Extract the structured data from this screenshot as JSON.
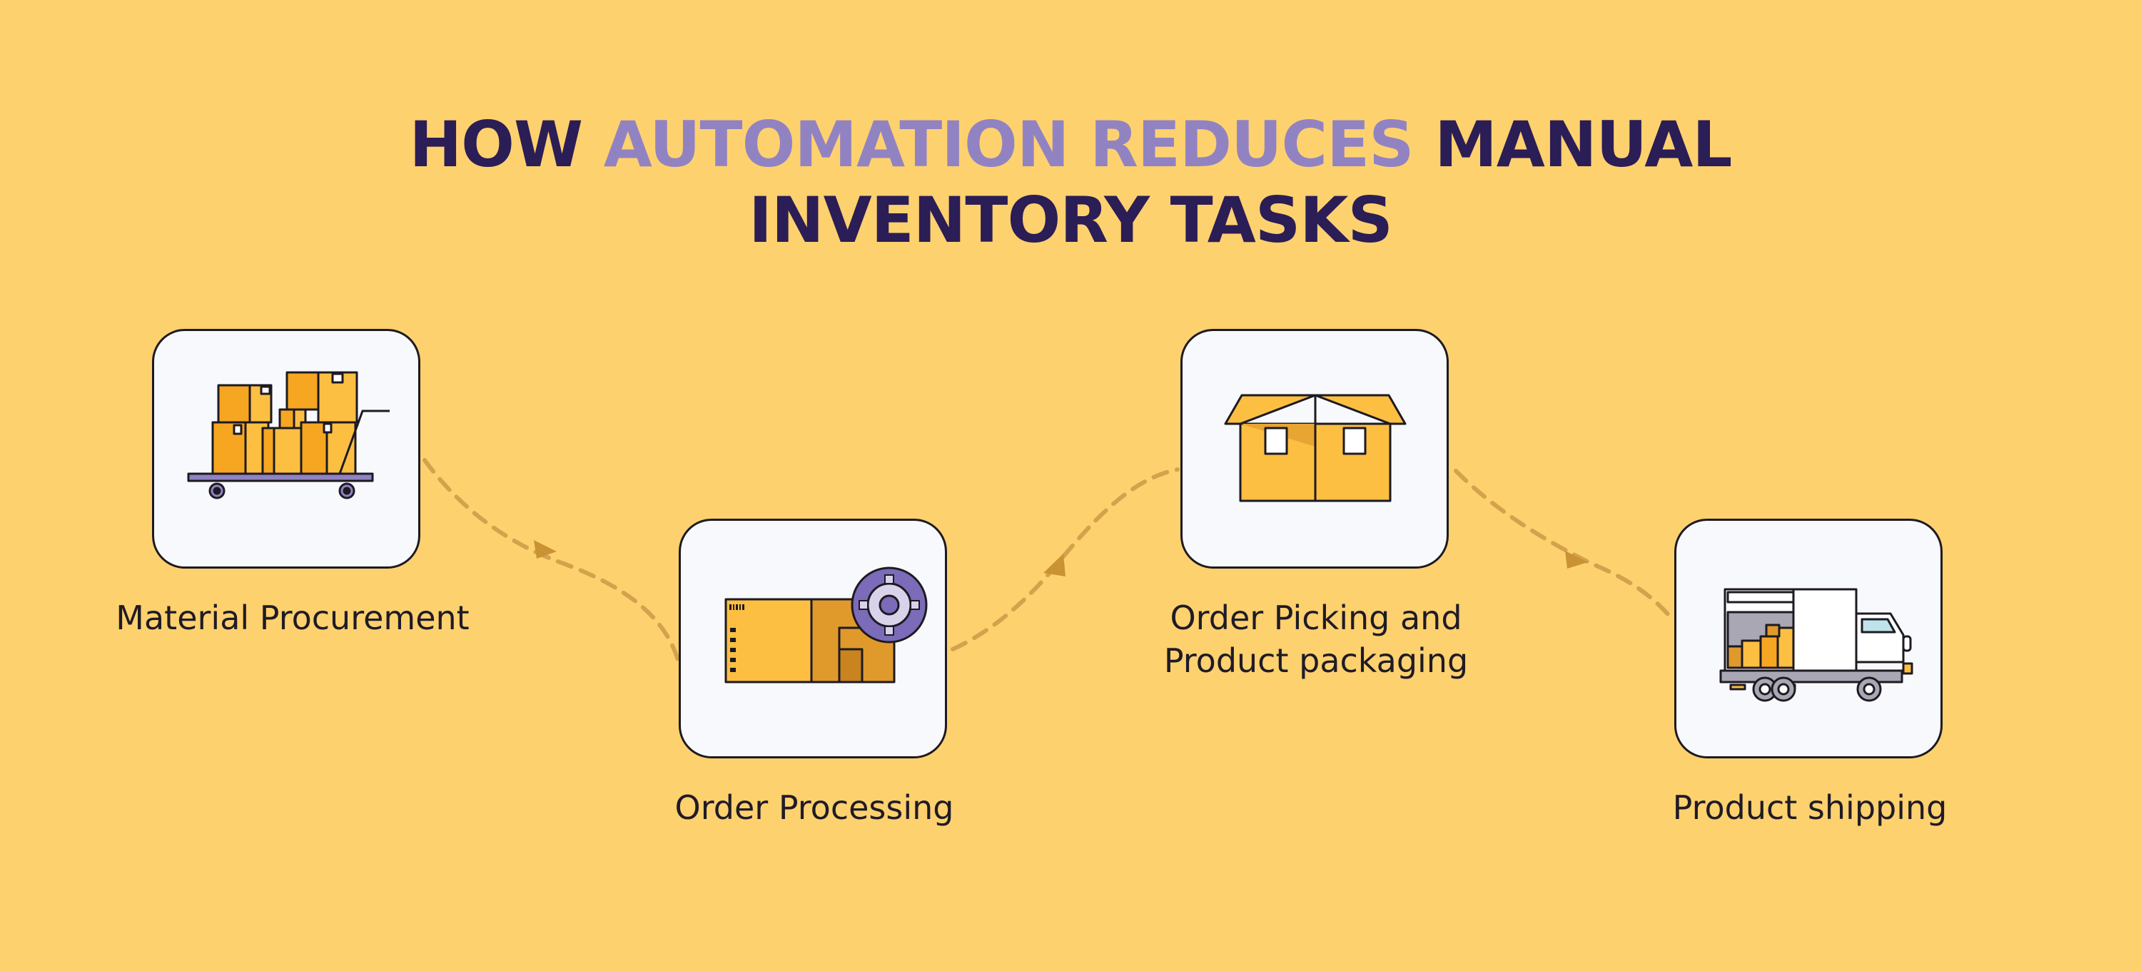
{
  "title": {
    "part1": "HOW ",
    "highlight": "AUTOMATION REDUCES",
    "part2": " MANUAL",
    "line2": "INVENTORY TASKS"
  },
  "steps": [
    {
      "label": "Material Procurement",
      "icon": "hand-truck-boxes-icon"
    },
    {
      "label": "Order Processing",
      "icon": "box-with-gear-icon"
    },
    {
      "label_line1": "Order Picking and",
      "label_line2": "Product packaging",
      "icon": "open-box-icon"
    },
    {
      "label": "Product shipping",
      "icon": "delivery-truck-icon"
    }
  ],
  "colors": {
    "background": "#fed16f",
    "title": "#2b1d55",
    "highlight": "#9183c2",
    "card": "#f8f9fc",
    "connector": "#d4a24c"
  }
}
